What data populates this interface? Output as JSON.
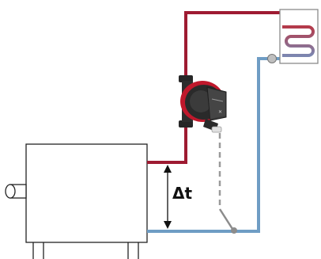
{
  "diagram": {
    "delta_t_label": "Δt",
    "colors": {
      "hot_pipe": "#9e1b32",
      "cold_pipe": "#6f9dc4",
      "pump_body": "#2a2a2a",
      "pump_accent": "#c0182c",
      "sensor_line": "#9a9a9a"
    },
    "components": [
      "boiler",
      "circulator-pump",
      "temperature-sensor",
      "radiator"
    ]
  }
}
